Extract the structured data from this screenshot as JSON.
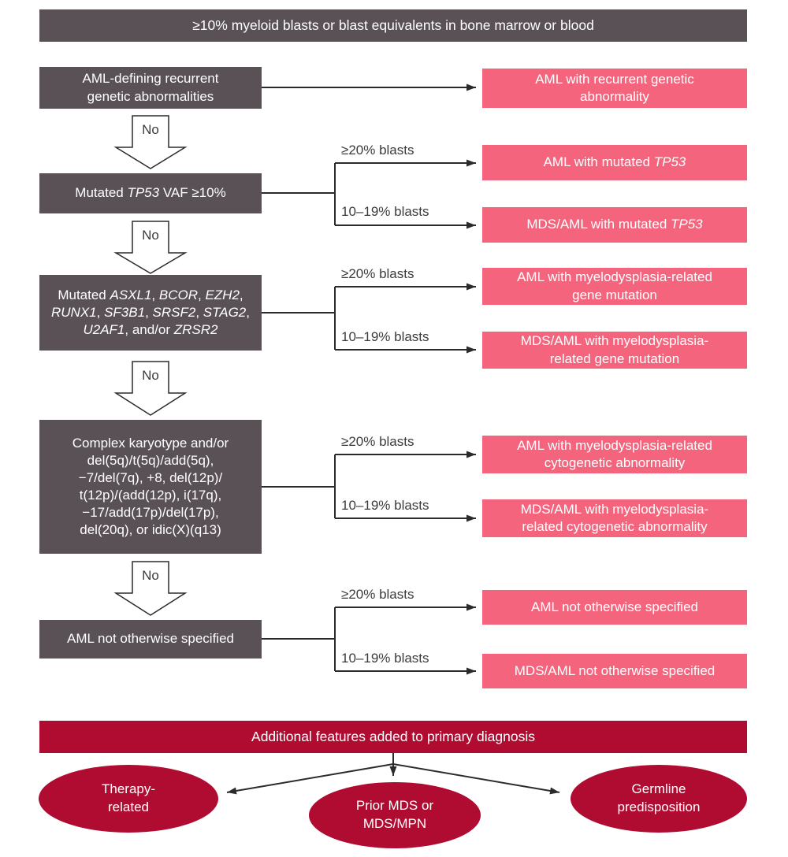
{
  "top_banner": "≥10% myeloid blasts or blast equivalents in bone marrow or blood",
  "no_label": "No",
  "steps": [
    {
      "condition": [
        {
          "text": "AML-defining recurrent\ngenetic abnormalities"
        }
      ],
      "outcomes": [
        {
          "text": [
            {
              "text": "AML with recurrent genetic\nabnormality"
            }
          ]
        }
      ]
    },
    {
      "condition": [
        {
          "text": "Mutated "
        },
        {
          "text": "TP53",
          "italic": true
        },
        {
          "text": " VAF ≥10%"
        }
      ],
      "branch_high": "≥20% blasts",
      "branch_low": "10–19% blasts",
      "outcomes": [
        {
          "text": [
            {
              "text": "AML with mutated "
            },
            {
              "text": "TP53",
              "italic": true
            }
          ]
        },
        {
          "text": [
            {
              "text": "MDS/AML with mutated "
            },
            {
              "text": "TP53",
              "italic": true
            }
          ]
        }
      ]
    },
    {
      "condition": [
        {
          "text": "Mutated "
        },
        {
          "text": "ASXL1",
          "italic": true
        },
        {
          "text": ", "
        },
        {
          "text": "BCOR",
          "italic": true
        },
        {
          "text": ", "
        },
        {
          "text": "EZH2",
          "italic": true
        },
        {
          "text": ",\n"
        },
        {
          "text": "RUNX1",
          "italic": true
        },
        {
          "text": ", "
        },
        {
          "text": "SF3B1",
          "italic": true
        },
        {
          "text": ", "
        },
        {
          "text": "SRSF2",
          "italic": true
        },
        {
          "text": ", "
        },
        {
          "text": "STAG2",
          "italic": true
        },
        {
          "text": ",\n"
        },
        {
          "text": "U2AF1",
          "italic": true
        },
        {
          "text": ", and/or "
        },
        {
          "text": "ZRSR2",
          "italic": true
        }
      ],
      "branch_high": "≥20% blasts",
      "branch_low": "10–19% blasts",
      "outcomes": [
        {
          "text": [
            {
              "text": "AML with myelodysplasia-related\ngene mutation"
            }
          ]
        },
        {
          "text": [
            {
              "text": "MDS/AML with myelodysplasia-\nrelated gene mutation"
            }
          ]
        }
      ]
    },
    {
      "condition": [
        {
          "text": "Complex karyotype and/or\ndel(5q)/t(5q)/add(5q),\n−7/del(7q), +8, del(12p)/\nt(12p)/(add(12p), i(17q),\n−17/add(17p)/del(17p),\ndel(20q), or idic(X)(q13)"
        }
      ],
      "branch_high": "≥20% blasts",
      "branch_low": "10–19% blasts",
      "outcomes": [
        {
          "text": [
            {
              "text": "AML with myelodysplasia-related\ncytogenetic abnormality"
            }
          ]
        },
        {
          "text": [
            {
              "text": "MDS/AML with myelodysplasia-\nrelated cytogenetic abnormality"
            }
          ]
        }
      ]
    },
    {
      "condition": [
        {
          "text": "AML not otherwise specified"
        }
      ],
      "branch_high": "≥20% blasts",
      "branch_low": "10–19% blasts",
      "outcomes": [
        {
          "text": [
            {
              "text": "AML not otherwise specified"
            }
          ]
        },
        {
          "text": [
            {
              "text": "MDS/AML not otherwise specified"
            }
          ]
        }
      ]
    }
  ],
  "bottom_banner": "Additional features added to primary diagnosis",
  "additional_features": [
    {
      "text": "Therapy-\nrelated"
    },
    {
      "text": "Prior MDS or\nMDS/MPN"
    },
    {
      "text": "Germline\npredisposition"
    }
  ],
  "colors": {
    "gray_box": "#595155",
    "pink_box": "#f4657d",
    "dark_red": "#b00c31",
    "arrow": "#2b2b2b"
  }
}
